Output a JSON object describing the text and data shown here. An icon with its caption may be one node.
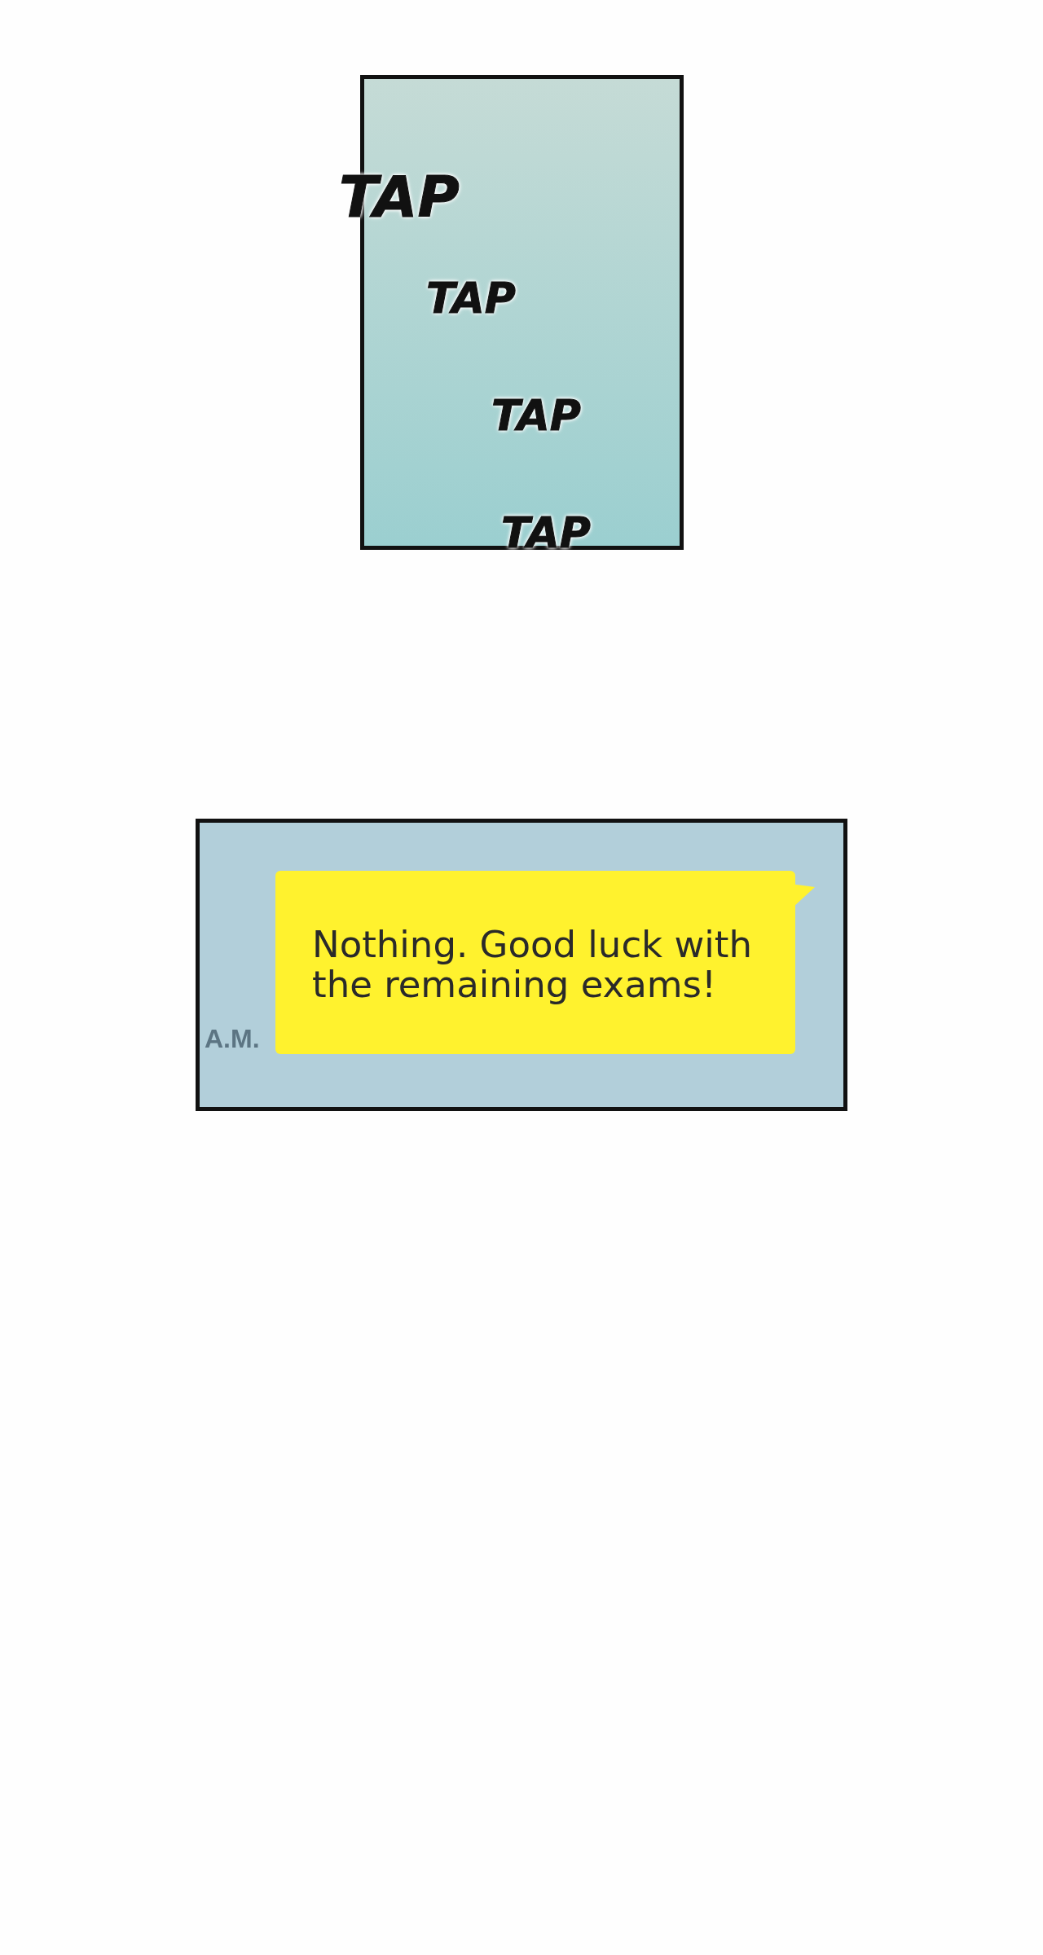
{
  "diagram": {
    "nodes": [
      {
        "text": [
          "Nothing. Good luck with the remaining exams!"
        ]
      }
    ],
    "labels": [
      "TAP",
      "TAP",
      "TAP",
      "TAP",
      "A.M."
    ]
  }
}
